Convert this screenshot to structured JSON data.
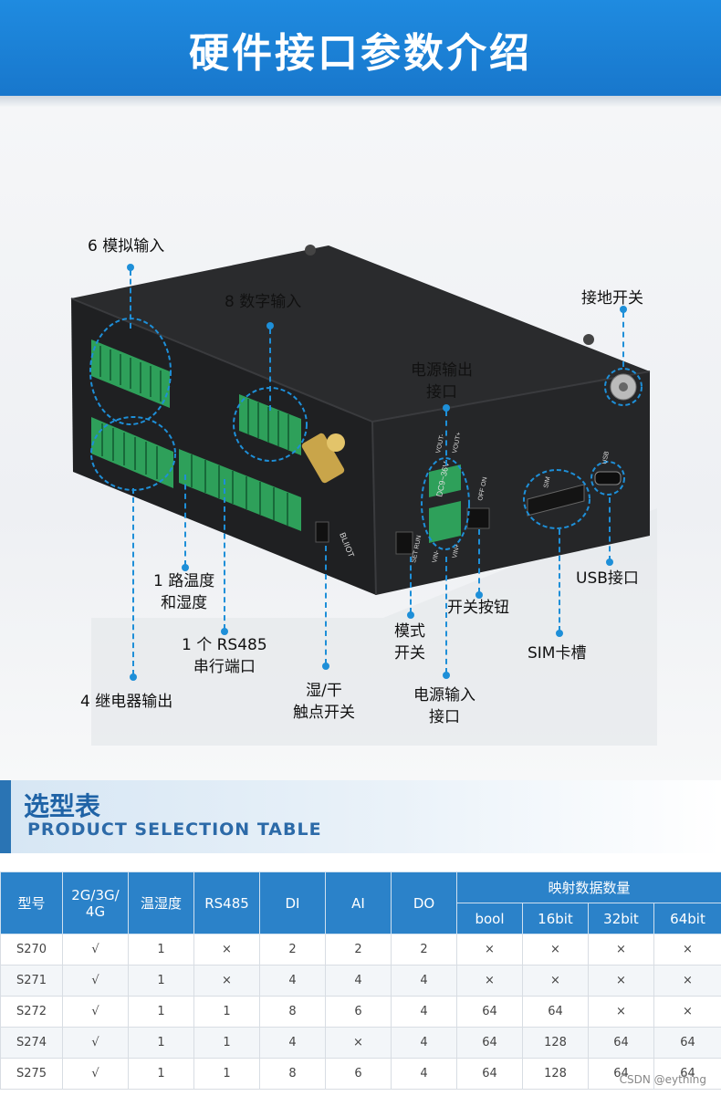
{
  "banner": {
    "title": "硬件接口参数介绍"
  },
  "labels": {
    "analog": "6 模拟输入",
    "digital": "8 数字输入",
    "power_out_1": "电源输出",
    "power_out_2": "接口",
    "ground": "接地开关",
    "temp_1": "1 路温度",
    "temp_2": "和湿度",
    "rs485_1": "1 个 RS485",
    "rs485_2": "串行端口",
    "relay": "4 继电器输出",
    "wetdry_1": "湿/干",
    "wetdry_2": "触点开关",
    "mode_1": "模式",
    "mode_2": "开关",
    "power_btn": "开关按钮",
    "power_in_1": "电源输入",
    "power_in_2": "接口",
    "sim": "SIM卡槽",
    "usb": "USB接口"
  },
  "device_text": {
    "brand": "BLIIOT",
    "dc": "DC9~36V",
    "vout_plus": "VOUT+",
    "vout_minus": "VOUT-",
    "vin_plus": "VIN+",
    "vin_minus": "VIN-",
    "sim": "SIM",
    "usb": "USB",
    "set_run": "SET RUN",
    "off_on": "OFF ON"
  },
  "section": {
    "title_cn": "选型表",
    "title_en": "PRODUCT SELECTION TABLE"
  },
  "table": {
    "headers": {
      "model": "型号",
      "net": "2G/3G/\n4G",
      "th": "温湿度",
      "rs485": "RS485",
      "di": "DI",
      "ai": "AI",
      "do": "DO",
      "map": "映射数据数量",
      "bool": "bool",
      "b16": "16bit",
      "b32": "32bit",
      "b64": "64bit"
    },
    "rows": [
      [
        "S270",
        "√",
        "1",
        "×",
        "2",
        "2",
        "2",
        "×",
        "×",
        "×",
        "×"
      ],
      [
        "S271",
        "√",
        "1",
        "×",
        "4",
        "4",
        "4",
        "×",
        "×",
        "×",
        "×"
      ],
      [
        "S272",
        "√",
        "1",
        "1",
        "8",
        "6",
        "4",
        "64",
        "64",
        "×",
        "×"
      ],
      [
        "S274",
        "√",
        "1",
        "1",
        "4",
        "×",
        "4",
        "64",
        "128",
        "64",
        "64"
      ],
      [
        "S275",
        "√",
        "1",
        "1",
        "8",
        "6",
        "4",
        "64",
        "128",
        "64",
        "64"
      ]
    ]
  },
  "watermark": "CSDN @eything"
}
